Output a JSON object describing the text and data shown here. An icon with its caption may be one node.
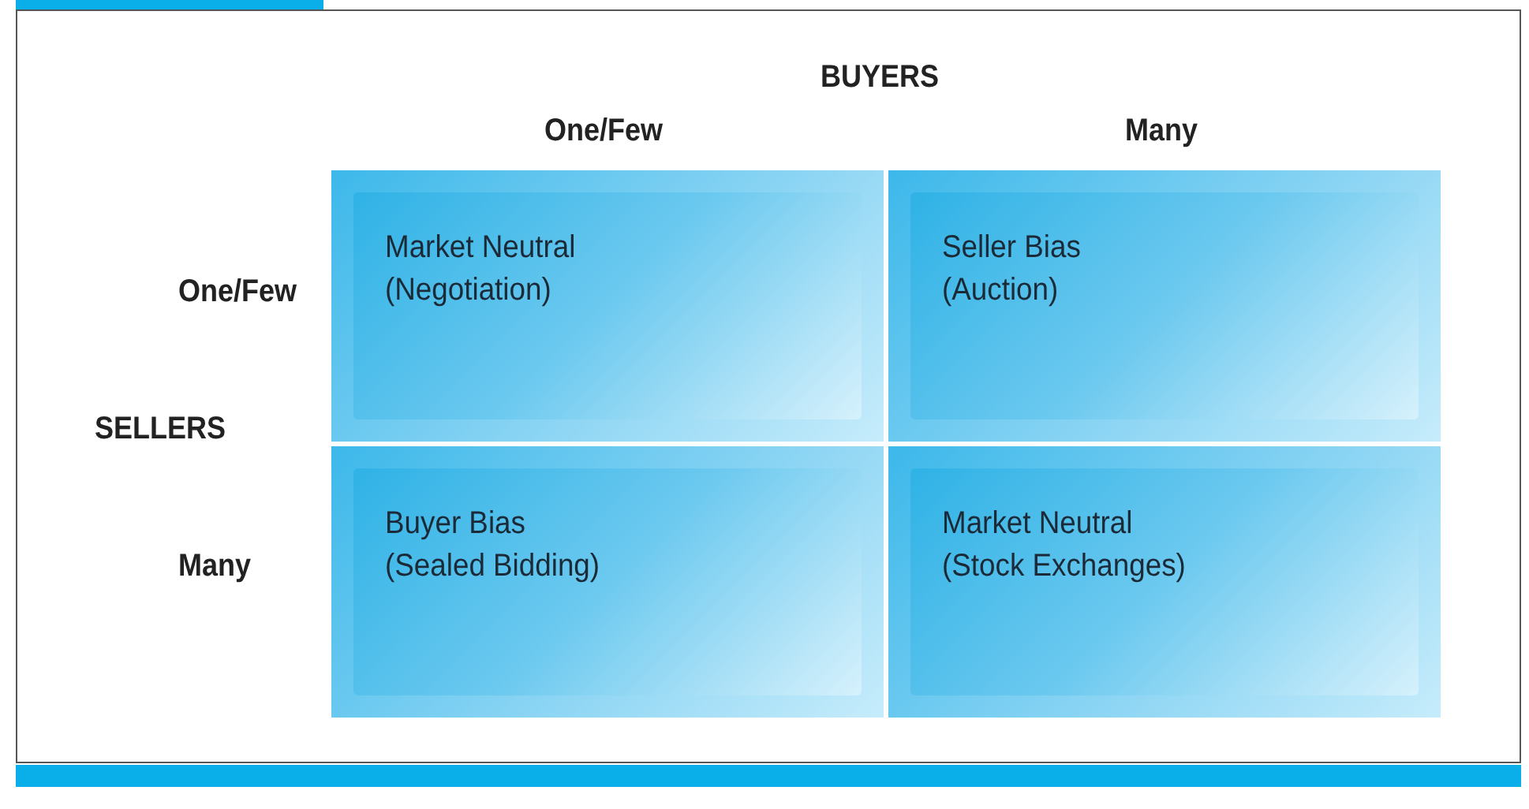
{
  "diagram": {
    "nodes": [
      {
        "text": [
          "Market Neutral",
          "(Negotiation)"
        ]
      },
      {
        "text": [
          "Seller Bias",
          "(Auction)"
        ]
      },
      {
        "text": [
          "Buyer Bias",
          "(Sealed Bidding)"
        ]
      },
      {
        "text": [
          "Market Neutral",
          "(Stock Exchanges)"
        ]
      }
    ],
    "labels": [
      "BUYERS",
      "One/Few",
      "Many",
      "One/Few",
      "SELLERS",
      "Many"
    ]
  }
}
